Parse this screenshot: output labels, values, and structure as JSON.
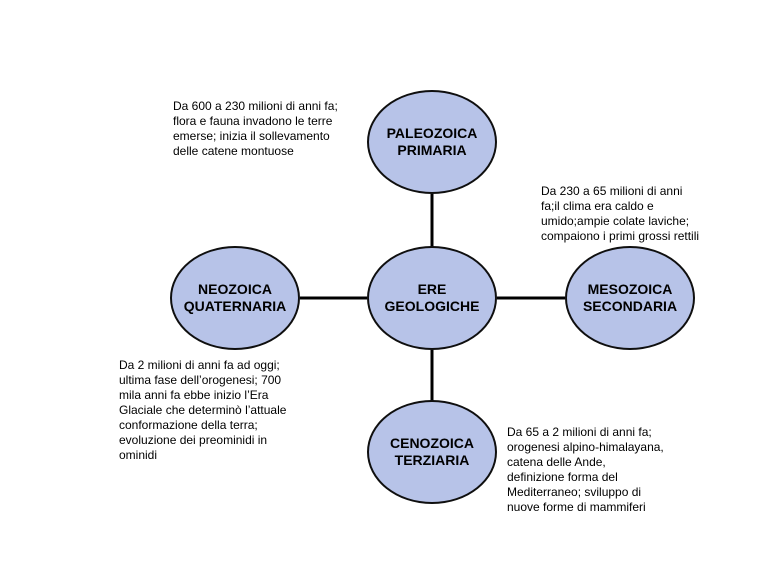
{
  "nodes": {
    "center": {
      "line1": "ERE",
      "line2": "GEOLOGICHE"
    },
    "top": {
      "line1": "PALEOZOICA",
      "line2": "PRIMARIA"
    },
    "right": {
      "line1": "MESOZOICA",
      "line2": "SECONDARIA"
    },
    "bottom": {
      "line1": "CENOZOICA",
      "line2": "TERZIARIA"
    },
    "left": {
      "line1": "NEOZOICA",
      "line2": "QUATERNARIA"
    }
  },
  "notes": {
    "paleozoica": "Da 600 a 230 milioni di anni fa;\nflora e fauna invadono le terre\nemerse; inizia il sollevamento\ndelle catene montuose",
    "mesozoica": "Da 230 a 65 milioni di anni\nfa;il clima era caldo e\numido;ampie colate laviche;\ncompaiono i primi grossi rettili",
    "neozoica": "Da 2 milioni di anni fa ad oggi;\nultima fase dell’orogenesi; 700\nmila anni fa ebbe inizio l’Era\nGlaciale che determinò l’attuale\nconformazione della terra;\nevoluzione dei preominidi in\nominidi",
    "cenozoica": "Da 65 a 2 milioni di anni fa;\norogenesi alpino-himalayana,\ncatena delle Ande,\ndefinizione forma del\nMediterraneo; sviluppo di\nnuove forme di mammiferi"
  },
  "colors": {
    "node_fill": "#b7c3e8",
    "node_border": "#0f0f0f",
    "connector": "#000000",
    "background": "#ffffff"
  }
}
